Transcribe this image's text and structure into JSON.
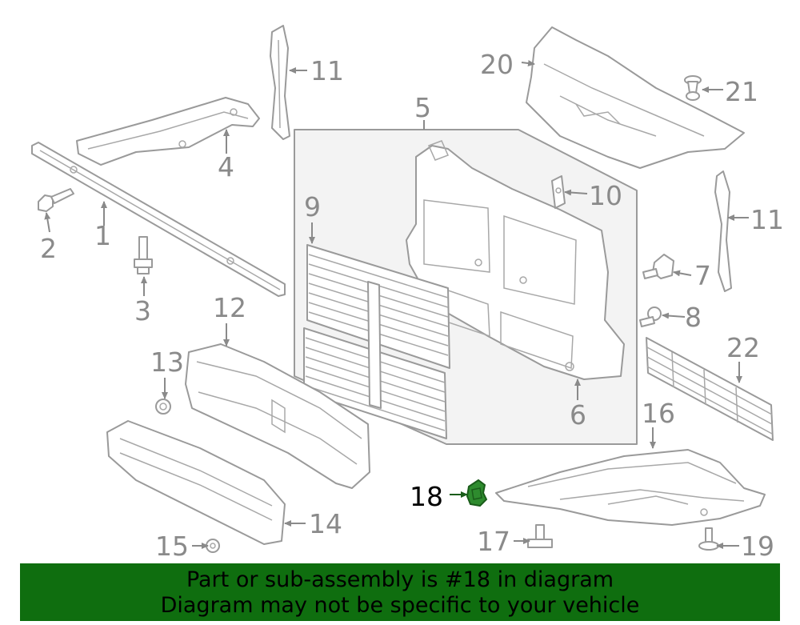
{
  "colors": {
    "banner_background": "#0f6e0f",
    "highlight_part": "#2e8b2e",
    "line_art": "#9a9a9a",
    "callout_text": "#8a8a8a"
  },
  "callouts": {
    "c1": "1",
    "c2": "2",
    "c3": "3",
    "c4": "4",
    "c5": "5",
    "c6": "6",
    "c7": "7",
    "c8": "8",
    "c9": "9",
    "c10": "10",
    "c11a": "11",
    "c11b": "11",
    "c12": "12",
    "c13": "13",
    "c14": "14",
    "c15": "15",
    "c16": "16",
    "c17": "17",
    "c18": "18",
    "c19": "19",
    "c20": "20",
    "c21": "21",
    "c22": "22"
  },
  "banner": {
    "line1": "Part or sub-assembly is #18 in diagram",
    "line2": "Diagram may not be specific to your vehicle"
  }
}
